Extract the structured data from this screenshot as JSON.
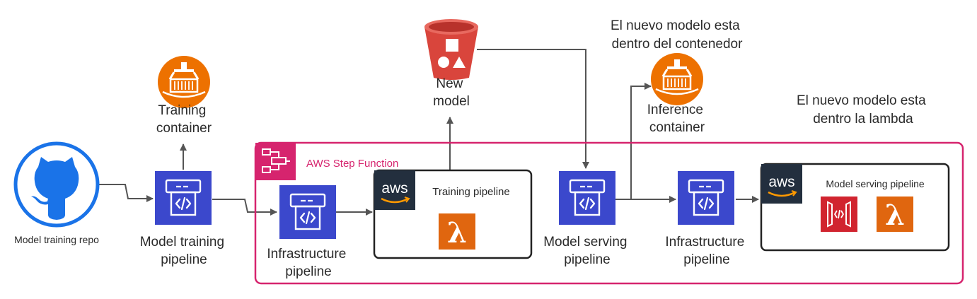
{
  "colors": {
    "github_blue": "#1a73e8",
    "codebuild_blue": "#3b48cc",
    "step_function_pink": "#d6246e",
    "s3_red": "#d9453c",
    "ecr_orange": "#ed7100",
    "lambda_orange": "#e0660f",
    "api_gateway_red": "#d1242f",
    "aws_dark": "#232f3e",
    "edge_gray": "#555555"
  },
  "icons": {
    "repo": "github-icon",
    "pipeline": "codebuild-icon",
    "container": "ecr-icon",
    "model_store": "s3-bucket-icon",
    "function": "lambda-icon",
    "api": "api-gateway-icon",
    "workflow": "step-functions-icon",
    "aws_logo": "aws-logo"
  },
  "nodes": {
    "repo": "Model training repo",
    "model_training_pipeline": [
      "Model training",
      "pipeline"
    ],
    "training_container": [
      "Training",
      "container"
    ],
    "infrastructure_pipeline_1": [
      "Infrastructure",
      "pipeline"
    ],
    "training_pipeline": "Training pipeline",
    "new_model": [
      "New",
      "model"
    ],
    "model_serving_pipeline_1": [
      "Model serving",
      "pipeline"
    ],
    "inference_container": [
      "Inference",
      "container"
    ],
    "infrastructure_pipeline_2": [
      "Infrastructure",
      "pipeline"
    ],
    "model_serving_pipeline_2": "Model serving pipeline"
  },
  "groups": {
    "step_function": "AWS Step Function",
    "aws_word": "aws"
  },
  "annotations": {
    "container_note": [
      "El nuevo modelo esta",
      "dentro del contenedor"
    ],
    "lambda_note": [
      "El nuevo modelo esta",
      "dentro la lambda"
    ]
  }
}
